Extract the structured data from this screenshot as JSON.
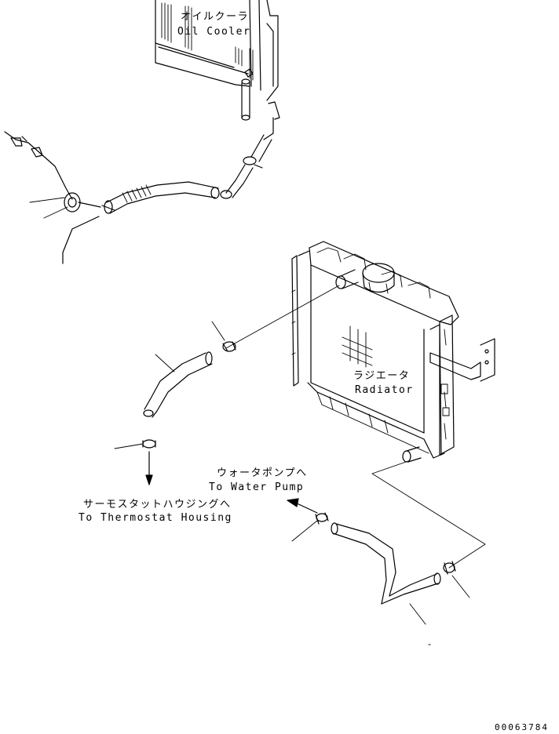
{
  "labels": {
    "oil_cooler_jp": "オイルクーラ",
    "oil_cooler_en": "Oil Cooler",
    "radiator_jp": "ラジエータ",
    "radiator_en": "Radiator",
    "water_pump_jp": "ウォータポンプへ",
    "water_pump_en": "To Water Pump",
    "thermostat_jp": "サーモスタットハウジングへ",
    "thermostat_en": "To Thermostat Housing"
  },
  "doc_number": "00063784",
  "colors": {
    "line": "#000000",
    "background": "#ffffff"
  }
}
